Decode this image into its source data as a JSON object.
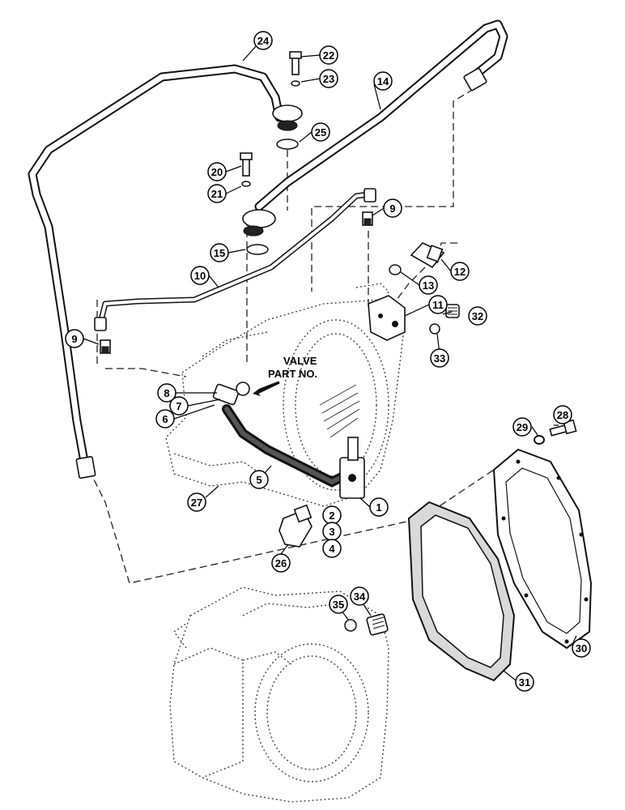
{
  "valve_label": {
    "line1": "VALVE",
    "line2": "PART NO."
  },
  "callouts": [
    "1",
    "2",
    "3",
    "4",
    "5",
    "6",
    "7",
    "8",
    "9",
    "9",
    "10",
    "11",
    "12",
    "13",
    "14",
    "15",
    "20",
    "21",
    "22",
    "23",
    "24",
    "25",
    "26",
    "27",
    "28",
    "29",
    "30",
    "31",
    "32",
    "33",
    "34",
    "35"
  ]
}
